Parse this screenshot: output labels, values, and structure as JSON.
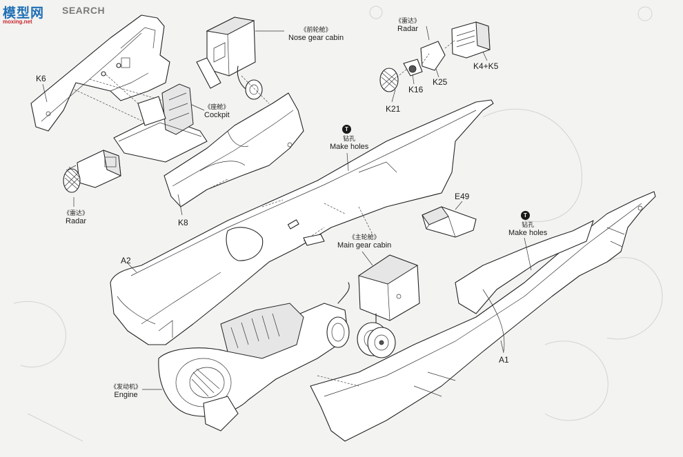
{
  "watermark": {
    "brand": "模型网",
    "search": "SEARCH",
    "site": "moxing.net"
  },
  "labels": {
    "nose_gear": {
      "cn": "《前轮舱》",
      "en": "Nose gear cabin"
    },
    "cockpit": {
      "cn": "《座舱》",
      "en": "Cockpit"
    },
    "radar_top": {
      "cn": "《雷达》",
      "en": "Radar"
    },
    "radar_left": {
      "cn": "《雷达》",
      "en": "Radar"
    },
    "holes_mid": {
      "cn": "钻孔",
      "en": "Make holes"
    },
    "holes_right": {
      "cn": "钻孔",
      "en": "Make holes"
    },
    "main_gear": {
      "cn": "《主轮舱》",
      "en": "Main gear cabin"
    },
    "engine": {
      "cn": "《发动机》",
      "en": "Engine"
    }
  },
  "parts": {
    "k6": "K6",
    "k8": "K8",
    "k4k5": "K4+K5",
    "k25": "K25",
    "k16": "K16",
    "k21": "K21",
    "e49": "E49",
    "a2": "A2",
    "a1": "A1"
  },
  "tool_icon": "T",
  "icons": [
    "drill-tool-icon"
  ],
  "colors": {
    "line": "#222222",
    "paper": "#f3f3f1",
    "brand": "#1f6fb5",
    "site": "#c6262e"
  }
}
